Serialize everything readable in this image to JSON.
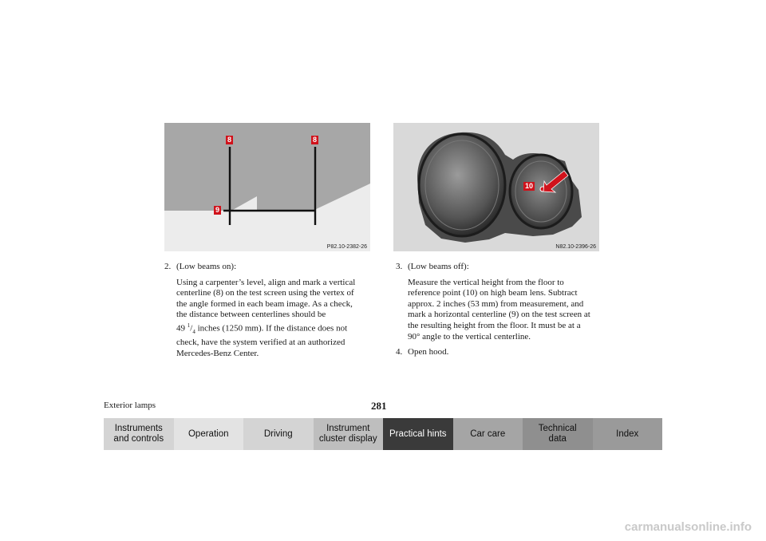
{
  "figures": {
    "left": {
      "code": "P82.10-2382-26",
      "callout_8a": "8",
      "callout_8b": "8",
      "callout_9": "9"
    },
    "right": {
      "code": "N82.10-2396-26",
      "callout_10": "10"
    }
  },
  "steps": {
    "step2": {
      "number": "2.",
      "head": "(Low beams on):",
      "line1": "Using a carpenter’s level, align and mark a vertical",
      "line2": "centerline (8) on the test screen using the vertex of",
      "line3": "the angle formed in each beam image. As a check,",
      "line4": "the distance between centerlines should be",
      "line5_prefix": "49",
      "frac_num": "1",
      "frac_den": "4",
      "line5_suffix": " inches (1250 mm). If the distance does not",
      "line6": "check, have the system verified at an authorized",
      "line7": "Mercedes-Benz Center."
    },
    "step3": {
      "number": "3.",
      "head": "(Low beams off):",
      "line1": "Measure the vertical height from the floor to",
      "line2": "reference point (10) on high beam lens. Subtract",
      "line3": "approx. 2 inches (53 mm) from measurement, and",
      "line4": "mark a horizontal centerline (9) on the test screen at",
      "line5": "the resulting height from the floor. It must be at a",
      "line6": "90° angle to the vertical centerline."
    },
    "step4": {
      "number": "4.",
      "text": "Open hood."
    }
  },
  "footer": {
    "section_title": "Exterior lamps",
    "page_number": "281"
  },
  "nav": {
    "tabs": [
      {
        "label": "Instruments\nand controls"
      },
      {
        "label": "Operation"
      },
      {
        "label": "Driving"
      },
      {
        "label": "Instrument\ncluster display"
      },
      {
        "label": "Practical hints"
      },
      {
        "label": "Car care"
      },
      {
        "label": "Technical\ndata"
      },
      {
        "label": "Index"
      }
    ],
    "colors": [
      "#d4d4d4",
      "#e3e3e3",
      "#d4d4d4",
      "#bebebe",
      "#3a3a3a",
      "#a5a5a5",
      "#8f8f8f",
      "#9a9a9a"
    ]
  },
  "watermark": "carmanualsonline.info"
}
